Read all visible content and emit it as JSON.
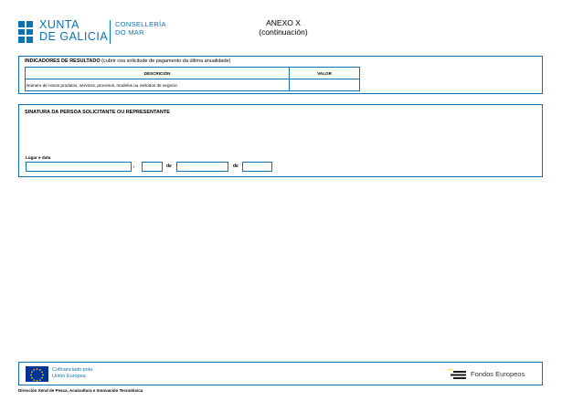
{
  "header": {
    "logo_line1": "XUNTA",
    "logo_line2": "DE GALICIA",
    "dept_line1": "CONSELLERÍA",
    "dept_line2": "DO MAR",
    "anexo": "ANEXO X",
    "anexo_sub": "(continuación)"
  },
  "indicators": {
    "title": "INDICADORES DE RESULTADO",
    "subtitle": "(cubrir coa solicitude de pagamento da última anualidade)",
    "col_desc": "DESCRICIÓN",
    "col_valor": "VALOR",
    "rows": [
      {
        "desc": "Número de novos produtos, servizos, procesos, modelos ou métodos de negocio",
        "valor": ""
      }
    ]
  },
  "signature": {
    "title": "SINATURA DA PERSOA SOLICITANTE OU REPRESENTANTE",
    "place_label": "Lugar e data",
    "comma": ",",
    "de1": "de",
    "de2": "de",
    "place_value": "",
    "day_value": "",
    "month_value": "",
    "year_value": ""
  },
  "footer": {
    "cofin_line1": "Cofinanciado pola",
    "cofin_line2": "Unión Europea",
    "fondos": "Fondos Europeos",
    "direccion": "Dirección Xeral de Pesca, Acuicultura e Innovación Tecnolóxica"
  },
  "colors": {
    "brand_blue": "#0b73b7",
    "eu_blue": "#003399",
    "eu_star": "#ffcc00"
  }
}
